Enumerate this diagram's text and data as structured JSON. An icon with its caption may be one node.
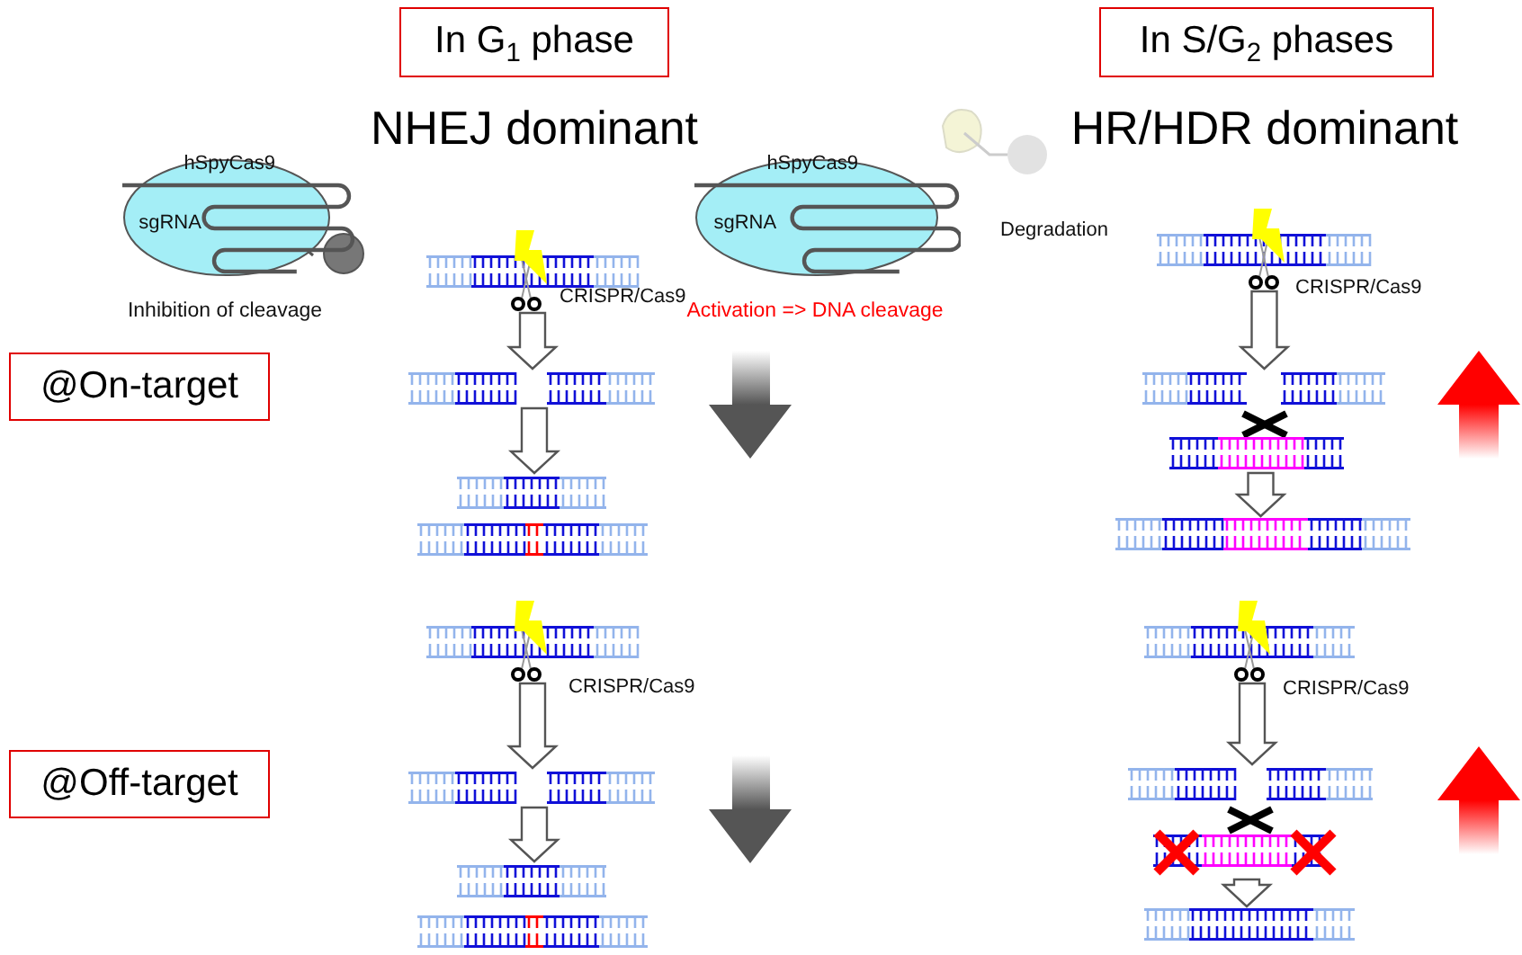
{
  "diagram": {
    "nodes": [
      {
        "text": [
          "In G$_{1}$ phase"
        ]
      },
      {
        "text": [
          "In S/G$_{2}$ phases"
        ]
      },
      {
        "text": [
          "hSpyCas9",
          "sgRNA"
        ],
        "beside": [
          "Inhibition of cleavage"
        ]
      },
      {
        "text": [
          "hSpyCas9",
          "sgRNA"
        ],
        "beside": [
          "Activation => DNA cleavage"
        ]
      },
      {
        "text": [
          "@On-target"
        ]
      },
      {
        "text": [
          "@Off-target"
        ]
      },
      {
        "text": [],
        "shape": "picture"
      },
      {
        "text": [],
        "shape": "picture"
      },
      {
        "text": [],
        "shape": "picture"
      },
      {
        "text": [],
        "shape": "picture"
      },
      {
        "text": [],
        "shape": "picture"
      },
      {
        "text": [],
        "shape": "picture"
      },
      {
        "text": [],
        "shape": "picture"
      },
      {
        "text": [],
        "shape": "picture"
      },
      {
        "text": [],
        "shape": "picture"
      },
      {
        "text": [],
        "shape": "picture"
      },
      {
        "text": [],
        "shape": "picture"
      },
      {
        "text": [],
        "shape": "picture"
      },
      {
        "text": [],
        "shape": "picture"
      },
      {
        "text": [],
        "shape": "picture"
      }
    ],
    "edges": [
      {
        "from": 6,
        "to": 7,
        "arrow": "to"
      },
      {
        "from": 7,
        "to": 8,
        "arrow": "to"
      },
      {
        "from": 9,
        "to": 10,
        "arrow": "to"
      },
      {
        "from": 11,
        "to": 12,
        "arrow": "to"
      },
      {
        "from": 13,
        "to": 14,
        "arrow": "to"
      },
      {
        "from": 14,
        "to": 15,
        "arrow": "to"
      },
      {
        "from": 16,
        "to": 17,
        "arrow": "to"
      },
      {
        "from": 18,
        "to": 19,
        "arrow": "to"
      }
    ],
    "labels": [
      "NHEJ dominant",
      "HR/HDR dominant",
      "Degradation",
      "CRISPR/Cas9",
      "CRISPR/Cas9",
      "CRISPR/Cas9",
      "CRISPR/Cas9"
    ]
  }
}
